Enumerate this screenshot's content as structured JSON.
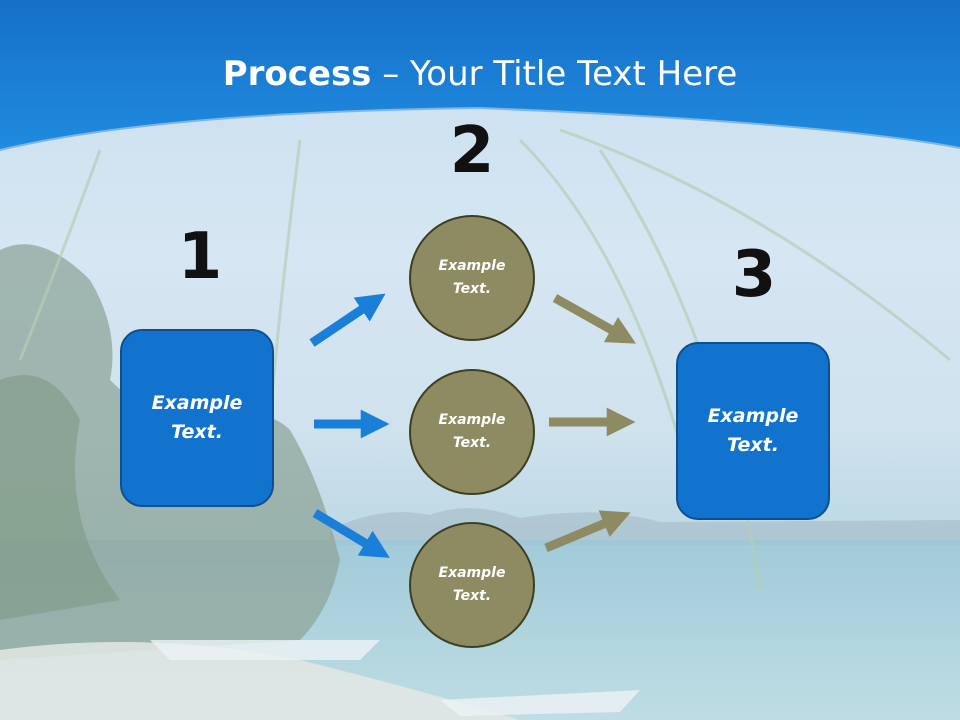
{
  "title": {
    "bold": "Process",
    "rest": " – Your Title Text Here"
  },
  "steps": {
    "one": "1",
    "two": "2",
    "three": "3"
  },
  "boxes": {
    "left": "Example\nText.",
    "right": "Example\nText."
  },
  "circles": [
    "Example\nText.",
    "Example\nText.",
    "Example\nText."
  ],
  "colors": {
    "header_blue": "#1a7fd8",
    "box_blue": "#1273cf",
    "circle_olive": "#8e8b62",
    "arrow_blue": "#1a7fd8",
    "arrow_olive": "#8e8b62"
  }
}
